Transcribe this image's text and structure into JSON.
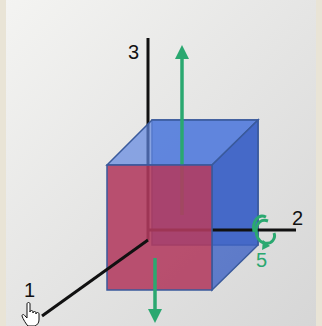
{
  "diagram": {
    "labels": [
      "3",
      "2",
      "1",
      "5"
    ]
  }
}
